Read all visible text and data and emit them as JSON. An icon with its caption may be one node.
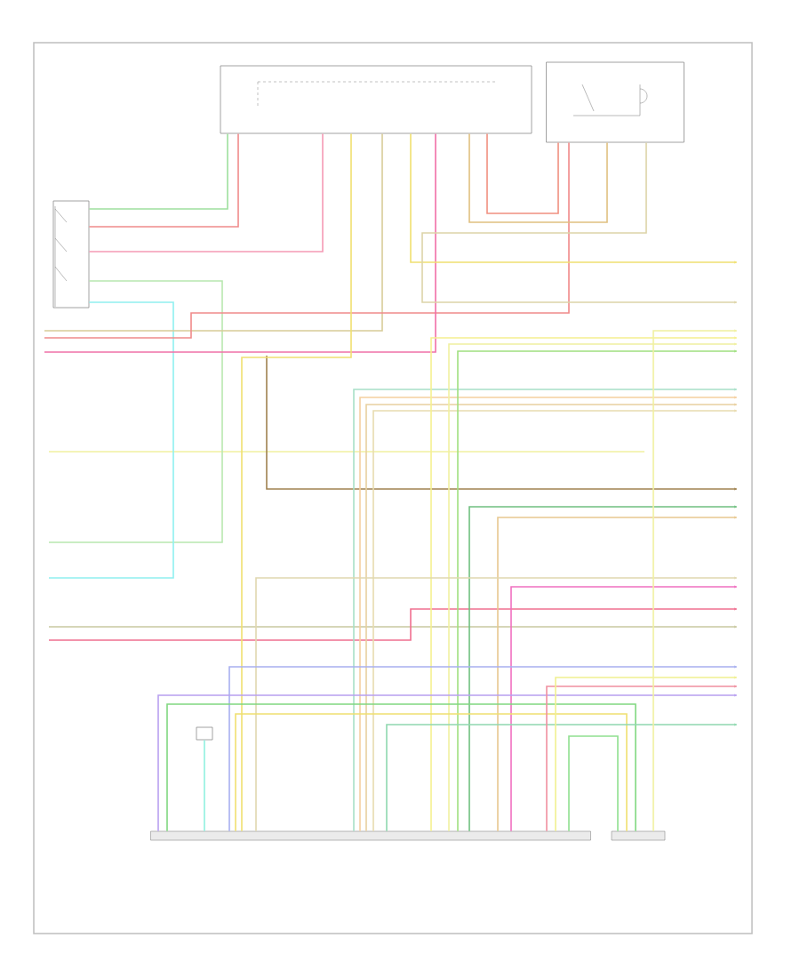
{
  "diagram": {
    "nodes": [
      {
        "text": [],
        "shape": "box"
      },
      {
        "text": [],
        "shape": "box"
      },
      {
        "text": [],
        "shape": "box"
      },
      {
        "text": [],
        "shape": "bar"
      },
      {
        "text": [],
        "shape": "bar"
      },
      {
        "text": [],
        "shape": "box"
      }
    ],
    "edges": [
      {
        "from": 0,
        "to": 2,
        "arrow": "none",
        "color": "#9ee09e"
      },
      {
        "from": 0,
        "to": 2,
        "arrow": "none",
        "color": "#f08a8a"
      },
      {
        "from": 0,
        "to": 2,
        "arrow": "none",
        "color": "#f59ab5"
      },
      {
        "from": 2,
        "to": null,
        "arrow": "none",
        "color": "#b8e8b0"
      },
      {
        "from": 2,
        "to": null,
        "arrow": "none",
        "color": "#90f0f0"
      },
      {
        "from": null,
        "to": 0,
        "arrow": "none",
        "color": "#d8cc98"
      },
      {
        "from": null,
        "to": 1,
        "arrow": "none",
        "color": "#f08a8a"
      },
      {
        "from": null,
        "to": 0,
        "arrow": "none",
        "color": "#f070a8"
      },
      {
        "from": 0,
        "to": 3,
        "arrow": "none",
        "color": "#f0e070"
      },
      {
        "from": 0,
        "to": null,
        "arrow": "to",
        "color": "#f0e070"
      },
      {
        "from": 1,
        "to": null,
        "arrow": "to",
        "color": "#ddd4a8"
      },
      {
        "from": 0,
        "to": 1,
        "arrow": "none",
        "color": "#e0c080"
      },
      {
        "from": 0,
        "to": 1,
        "arrow": "none",
        "color": "#f09080"
      },
      {
        "from": 3,
        "to": null,
        "arrow": "to",
        "color": "#a8e0c8"
      },
      {
        "from": 3,
        "to": null,
        "arrow": "to",
        "color": "#f5d0a0"
      },
      {
        "from": 3,
        "to": null,
        "arrow": "to",
        "color": "#e8d0a0"
      },
      {
        "from": 3,
        "to": null,
        "arrow": "to",
        "color": "#e8dcb0"
      },
      {
        "from": 3,
        "to": null,
        "arrow": "to",
        "color": "#f5f090"
      },
      {
        "from": 3,
        "to": null,
        "arrow": "to",
        "color": "#f0f0a0"
      },
      {
        "from": 3,
        "to": null,
        "arrow": "to",
        "color": "#a0e080"
      },
      {
        "from": 3,
        "to": null,
        "arrow": "to",
        "color": "#70c080"
      },
      {
        "from": 3,
        "to": null,
        "arrow": "to",
        "color": "#e8c890"
      },
      {
        "from": 3,
        "to": null,
        "arrow": "to",
        "color": "#e0d8b0"
      },
      {
        "from": 3,
        "to": null,
        "arrow": "to",
        "color": "#f070c0"
      },
      {
        "from": 3,
        "to": null,
        "arrow": "to",
        "color": "#a8b0f0"
      },
      {
        "from": 3,
        "to": null,
        "arrow": "to",
        "color": "#b8a0f0"
      },
      {
        "from": 3,
        "to": 4,
        "arrow": "none",
        "color": "#80d880"
      },
      {
        "from": 3,
        "to": 4,
        "arrow": "none",
        "color": "#f0e070"
      },
      {
        "from": 3,
        "to": null,
        "arrow": "to",
        "color": "#90d8b0"
      },
      {
        "from": 3,
        "to": 4,
        "arrow": "none",
        "color": "#90e090"
      },
      {
        "from": 3,
        "to": null,
        "arrow": "to",
        "color": "#f090a0"
      },
      {
        "from": 3,
        "to": null,
        "arrow": "to",
        "color": "#f0f090"
      },
      {
        "from": 5,
        "to": 3,
        "arrow": "none",
        "color": "#90f0e0"
      },
      {
        "from": 4,
        "to": null,
        "arrow": "to",
        "color": "#f0f0a0"
      }
    ]
  }
}
